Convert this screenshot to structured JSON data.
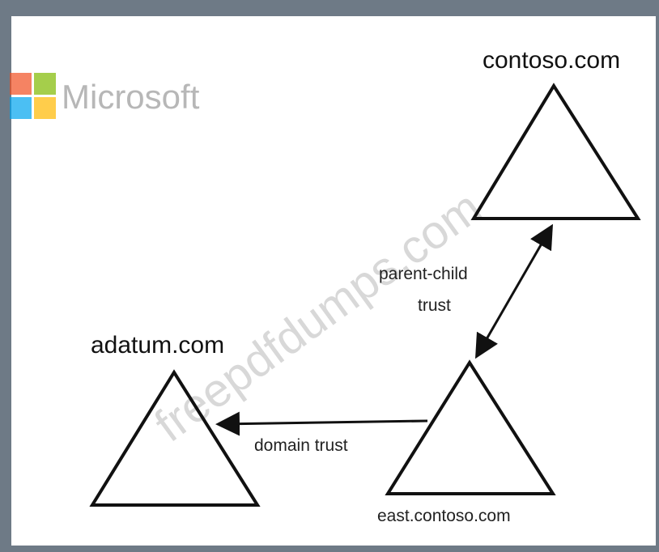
{
  "logo": {
    "text": "Microsoft",
    "squares": [
      "#f25022",
      "#7fba00",
      "#00a4ef",
      "#ffb900"
    ]
  },
  "watermark": {
    "text": "freepdfdumps.com"
  },
  "domains": {
    "contoso": "contoso.com",
    "adatum": "adatum.com",
    "east": "east.contoso.com"
  },
  "trusts": {
    "parent_child_line1": "parent-child",
    "parent_child_line2": "trust",
    "domain_trust": "domain trust"
  }
}
